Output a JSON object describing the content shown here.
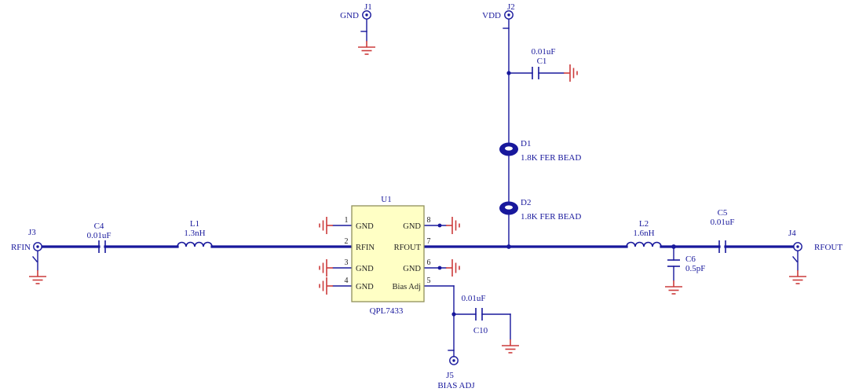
{
  "schematic": {
    "ports": {
      "j1": {
        "ref": "J1",
        "net": "GND"
      },
      "j2": {
        "ref": "J2",
        "net": "VDD"
      },
      "j3": {
        "ref": "J3",
        "net": "RFIN"
      },
      "j4": {
        "ref": "J4",
        "net": "RFOUT"
      },
      "j5": {
        "ref": "J5",
        "net": "BIAS ADJ"
      }
    },
    "capacitors": {
      "c1": {
        "ref": "C1",
        "value": "0.01uF"
      },
      "c4": {
        "ref": "C4",
        "value": "0.01uF"
      },
      "c5": {
        "ref": "C5",
        "value": "0.01uF"
      },
      "c6": {
        "ref": "C6",
        "value": "0.5pF"
      },
      "c10": {
        "ref": "C10",
        "value": "0.01uF"
      }
    },
    "inductors": {
      "l1": {
        "ref": "L1",
        "value": "1.3nH"
      },
      "l2": {
        "ref": "L2",
        "value": "1.6nH"
      }
    },
    "ferrite_beads": {
      "d1": {
        "ref": "D1",
        "value": "1.8K FER BEAD"
      },
      "d2": {
        "ref": "D2",
        "value": "1.8K FER BEAD"
      }
    },
    "ic": {
      "ref": "U1",
      "part": "QPL7433",
      "left_pins": [
        {
          "num": "1",
          "name": "GND"
        },
        {
          "num": "2",
          "name": "RFIN"
        },
        {
          "num": "3",
          "name": "GND"
        },
        {
          "num": "4",
          "name": "GND"
        }
      ],
      "right_pins": [
        {
          "num": "8",
          "name": "GND"
        },
        {
          "num": "7",
          "name": "RFOUT"
        },
        {
          "num": "6",
          "name": "GND"
        },
        {
          "num": "5",
          "name": "Bias Adj"
        }
      ]
    },
    "colors": {
      "wire": "#18189c",
      "ground": "#cc3b3b",
      "ic_fill": "#ffffc5",
      "ic_border": "#90905a"
    }
  }
}
